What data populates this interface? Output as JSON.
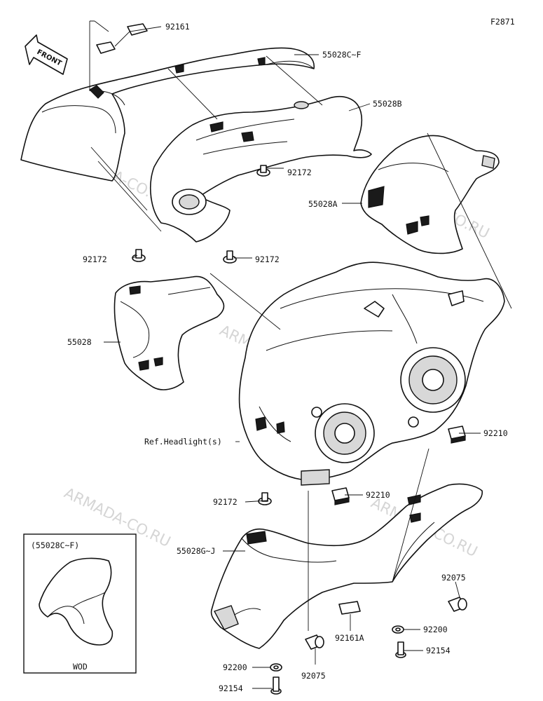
{
  "figure_code": "F2871",
  "front_arrow_label": "FRONT",
  "watermark": "ARMADA-CO.RU",
  "inset": {
    "title": "(55028C~F)",
    "caption": "WOD"
  },
  "labels": {
    "p92161": "92161",
    "p55028CF": "55028C~F",
    "p55028B": "55028B",
    "p92172_top": "92172",
    "p55028A": "55028A",
    "p92172_left": "92172",
    "p92172_mid": "92172",
    "p55028": "55028",
    "p92210_right": "92210",
    "p_ref_headlight": "Ref.Headlight(s)",
    "p92172_low": "92172",
    "p92210_mid": "92210",
    "p55028GJ": "55028G~J",
    "p92075_right": "92075",
    "p92200_right": "92200",
    "p92161A": "92161A",
    "p92154_right": "92154",
    "p92200_bottom": "92200",
    "p92075_bottom": "92075",
    "p92154_bottom": "92154"
  }
}
